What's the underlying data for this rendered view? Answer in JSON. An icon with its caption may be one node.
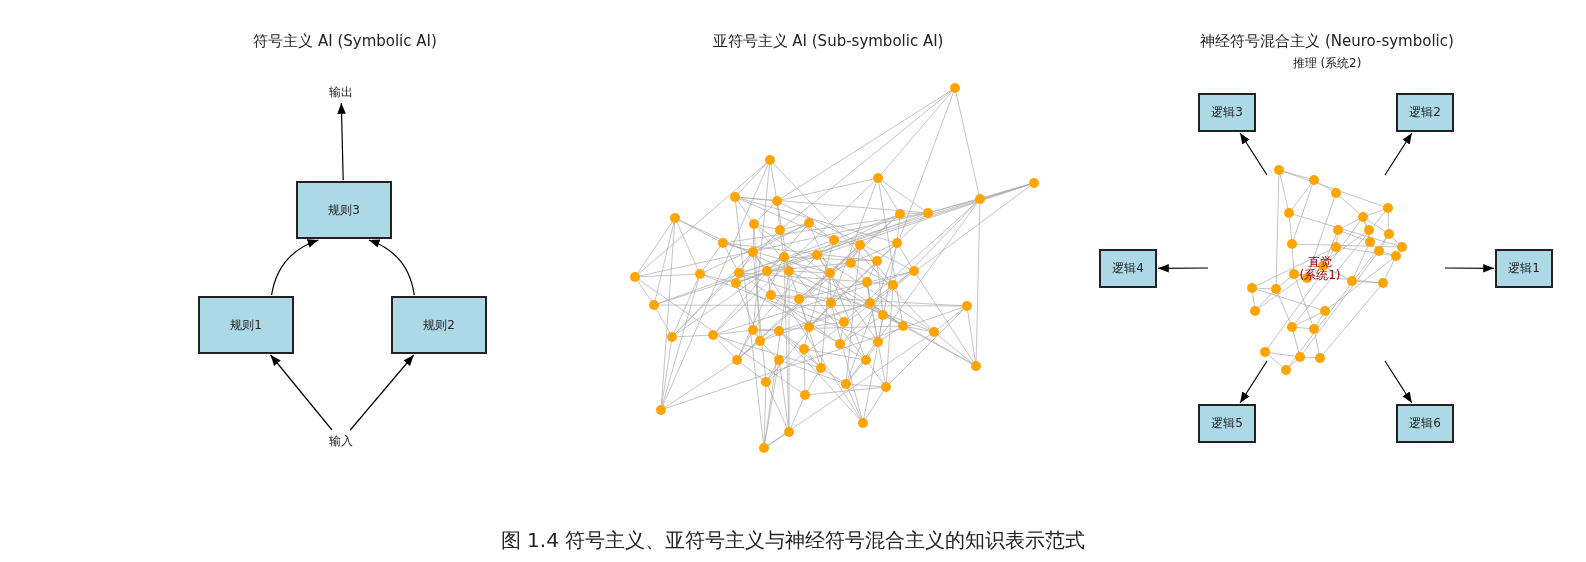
{
  "diagram": {
    "caption": "图 1.4 符号主义、亚符号主义与神经符号混合主义的知识表示范式",
    "nodes": [
      {
        "text": [
          "输出"
        ]
      },
      {
        "text": [
          "规则3"
        ]
      },
      {
        "text": [
          "规则1"
        ]
      },
      {
        "text": [
          "规则2"
        ]
      },
      {
        "text": [
          "输入"
        ]
      },
      {
        "text": [
          "逻辑3"
        ]
      },
      {
        "text": [
          "逻辑2"
        ]
      },
      {
        "text": [
          "逻辑4"
        ]
      },
      {
        "text": [
          "逻辑1"
        ]
      },
      {
        "text": [
          "逻辑5"
        ]
      },
      {
        "text": [
          "逻辑6"
        ]
      }
    ],
    "edges": [
      {
        "from": 1,
        "to": 0,
        "arrow": "to"
      },
      {
        "from": 2,
        "to": 1,
        "arrow": "to"
      },
      {
        "from": 3,
        "to": 1,
        "arrow": "to"
      },
      {
        "from": 4,
        "to": 2,
        "arrow": "to"
      },
      {
        "from": 4,
        "to": 3,
        "arrow": "to"
      },
      {
        "from": null,
        "to": 5,
        "arrow": "to"
      },
      {
        "from": null,
        "to": 6,
        "arrow": "to"
      },
      {
        "from": null,
        "to": 7,
        "arrow": "to"
      },
      {
        "from": null,
        "to": 8,
        "arrow": "to"
      },
      {
        "from": null,
        "to": 9,
        "arrow": "to"
      },
      {
        "from": null,
        "to": 10,
        "arrow": "to"
      }
    ],
    "labels": [
      "符号主义 AI (Symbolic AI)",
      "亚符号主义 AI (Sub-symbolic AI)",
      "神经符号混合主义 (Neuro-symbolic)",
      "推理 (系统2)",
      "直觉 (系统1)"
    ]
  }
}
